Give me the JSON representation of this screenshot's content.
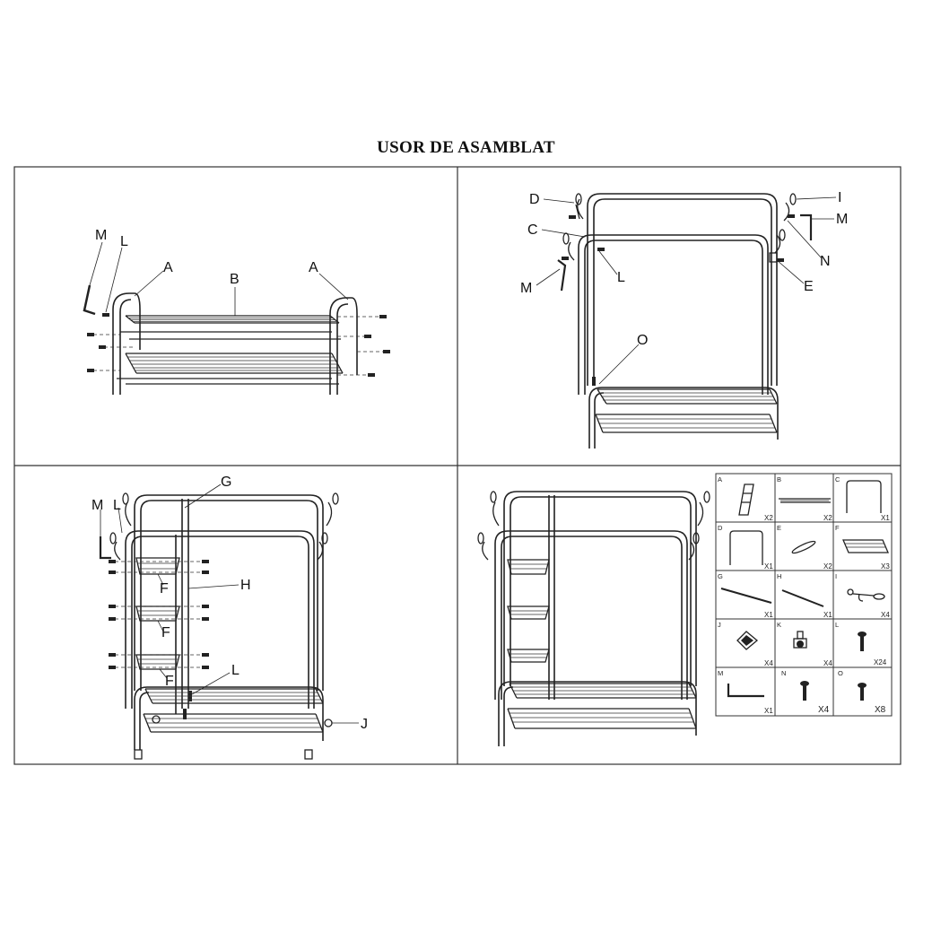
{
  "title": "USOR DE ASAMBLAT",
  "step1": {
    "labels": [
      "M",
      "L",
      "A",
      "B",
      "A"
    ]
  },
  "step2": {
    "labels": [
      "D",
      "I",
      "M",
      "C",
      "N",
      "L",
      "M",
      "E",
      "O"
    ]
  },
  "step3": {
    "labels": [
      "G",
      "M",
      "L",
      "F",
      "H",
      "F",
      "F",
      "L",
      "J"
    ]
  },
  "parts": [
    {
      "id": "A",
      "qty": "X2"
    },
    {
      "id": "B",
      "qty": "X2"
    },
    {
      "id": "C",
      "qty": "X1"
    },
    {
      "id": "D",
      "qty": "X1"
    },
    {
      "id": "E",
      "qty": "X2"
    },
    {
      "id": "F",
      "qty": "X3"
    },
    {
      "id": "G",
      "qty": "X1"
    },
    {
      "id": "H",
      "qty": "X1"
    },
    {
      "id": "I",
      "qty": "X4"
    },
    {
      "id": "J",
      "qty": "X4"
    },
    {
      "id": "K",
      "qty": "X4"
    },
    {
      "id": "L",
      "qty": "X24"
    },
    {
      "id": "M",
      "qty": "X1"
    },
    {
      "id": "N",
      "qty": "X4"
    },
    {
      "id": "O",
      "qty": "X8"
    }
  ]
}
